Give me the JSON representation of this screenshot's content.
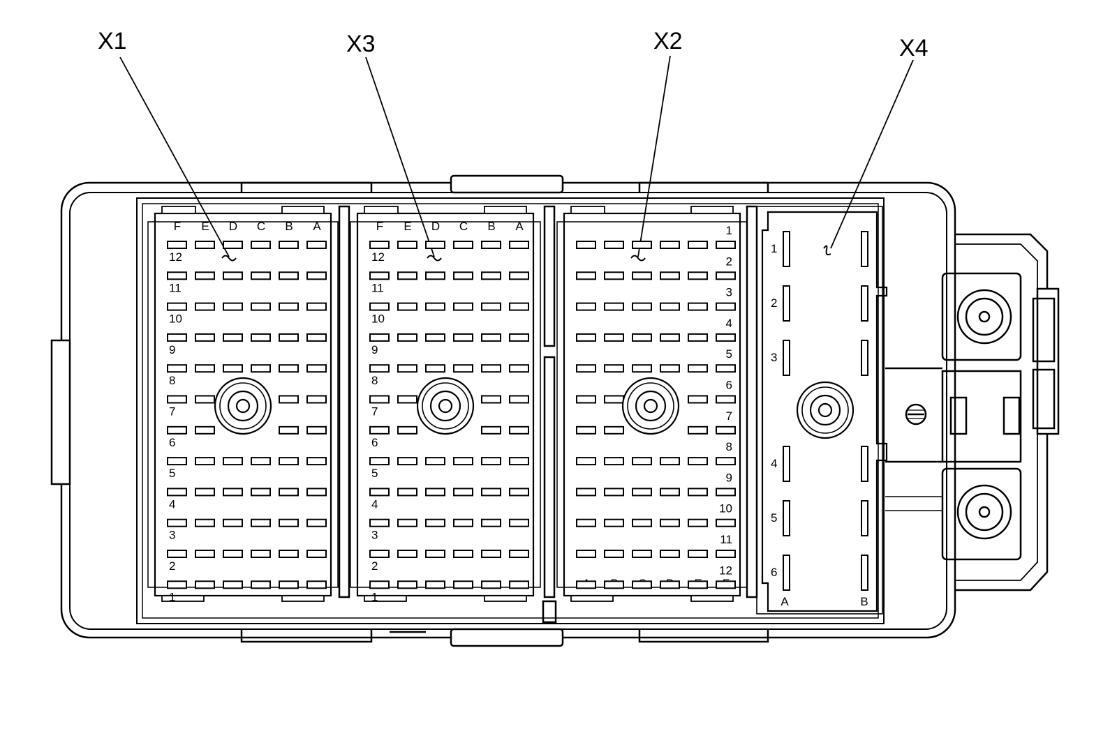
{
  "callouts": [
    {
      "id": "x1",
      "label": "X1"
    },
    {
      "id": "x3",
      "label": "X3"
    },
    {
      "id": "x2",
      "label": "X2"
    },
    {
      "id": "x4",
      "label": "X4"
    }
  ],
  "x1": {
    "columns": [
      "F",
      "E",
      "D",
      "C",
      "B",
      "A"
    ],
    "rows": [
      "12",
      "11",
      "10",
      "9",
      "8",
      "7",
      "6",
      "5",
      "4",
      "3",
      "2",
      "1"
    ]
  },
  "x3": {
    "columns": [
      "F",
      "E",
      "D",
      "C",
      "B",
      "A"
    ],
    "rows": [
      "12",
      "11",
      "10",
      "9",
      "8",
      "7",
      "6",
      "5",
      "4",
      "3",
      "2",
      "1"
    ]
  },
  "x2": {
    "columns": [
      "A",
      "B",
      "C",
      "D",
      "E",
      "F"
    ],
    "rows": [
      "1",
      "2",
      "3",
      "4",
      "5",
      "6",
      "7",
      "8",
      "9",
      "10",
      "11",
      "12"
    ]
  },
  "x4": {
    "columns": [
      "A",
      "B"
    ],
    "rows": [
      "1",
      "2",
      "3",
      "4",
      "5",
      "6"
    ]
  }
}
